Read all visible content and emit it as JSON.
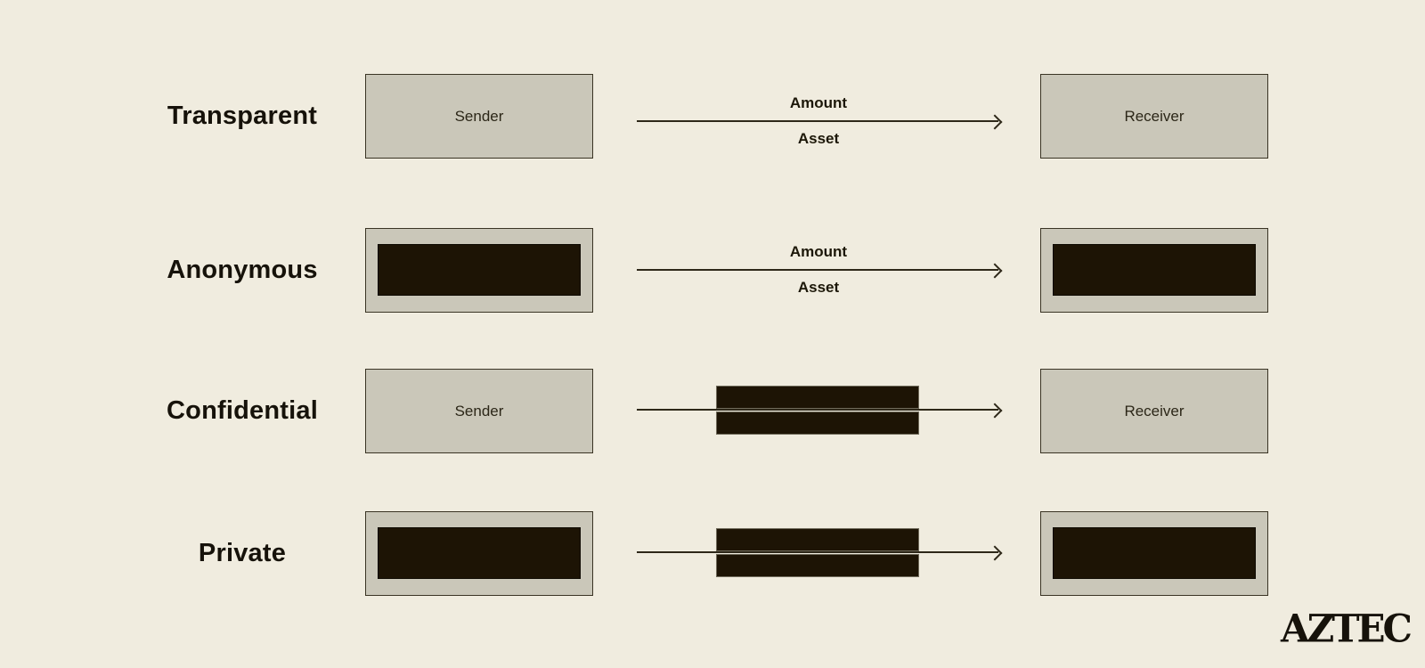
{
  "colors": {
    "background": "#f0ecdf",
    "box_fill": "#cac7b9",
    "box_border": "#3a3424",
    "redaction_black": "#1d1405",
    "arrow_line": "#2e2819",
    "text_ink": "#16120a"
  },
  "rows": [
    {
      "label": "Transparent",
      "sender": {
        "redacted": false,
        "text": "Sender"
      },
      "channel": {
        "redacted": false,
        "amount": "Amount",
        "asset": "Asset"
      },
      "receiver": {
        "redacted": false,
        "text": "Receiver"
      }
    },
    {
      "label": "Anonymous",
      "sender": {
        "redacted": true
      },
      "channel": {
        "redacted": false,
        "amount": "Amount",
        "asset": "Asset"
      },
      "receiver": {
        "redacted": true
      }
    },
    {
      "label": "Confidential",
      "sender": {
        "redacted": false,
        "text": "Sender"
      },
      "channel": {
        "redacted": true
      },
      "receiver": {
        "redacted": false,
        "text": "Receiver"
      }
    },
    {
      "label": "Private",
      "sender": {
        "redacted": true
      },
      "channel": {
        "redacted": true
      },
      "receiver": {
        "redacted": true
      }
    }
  ],
  "logo": {
    "text": "AZTEC"
  }
}
